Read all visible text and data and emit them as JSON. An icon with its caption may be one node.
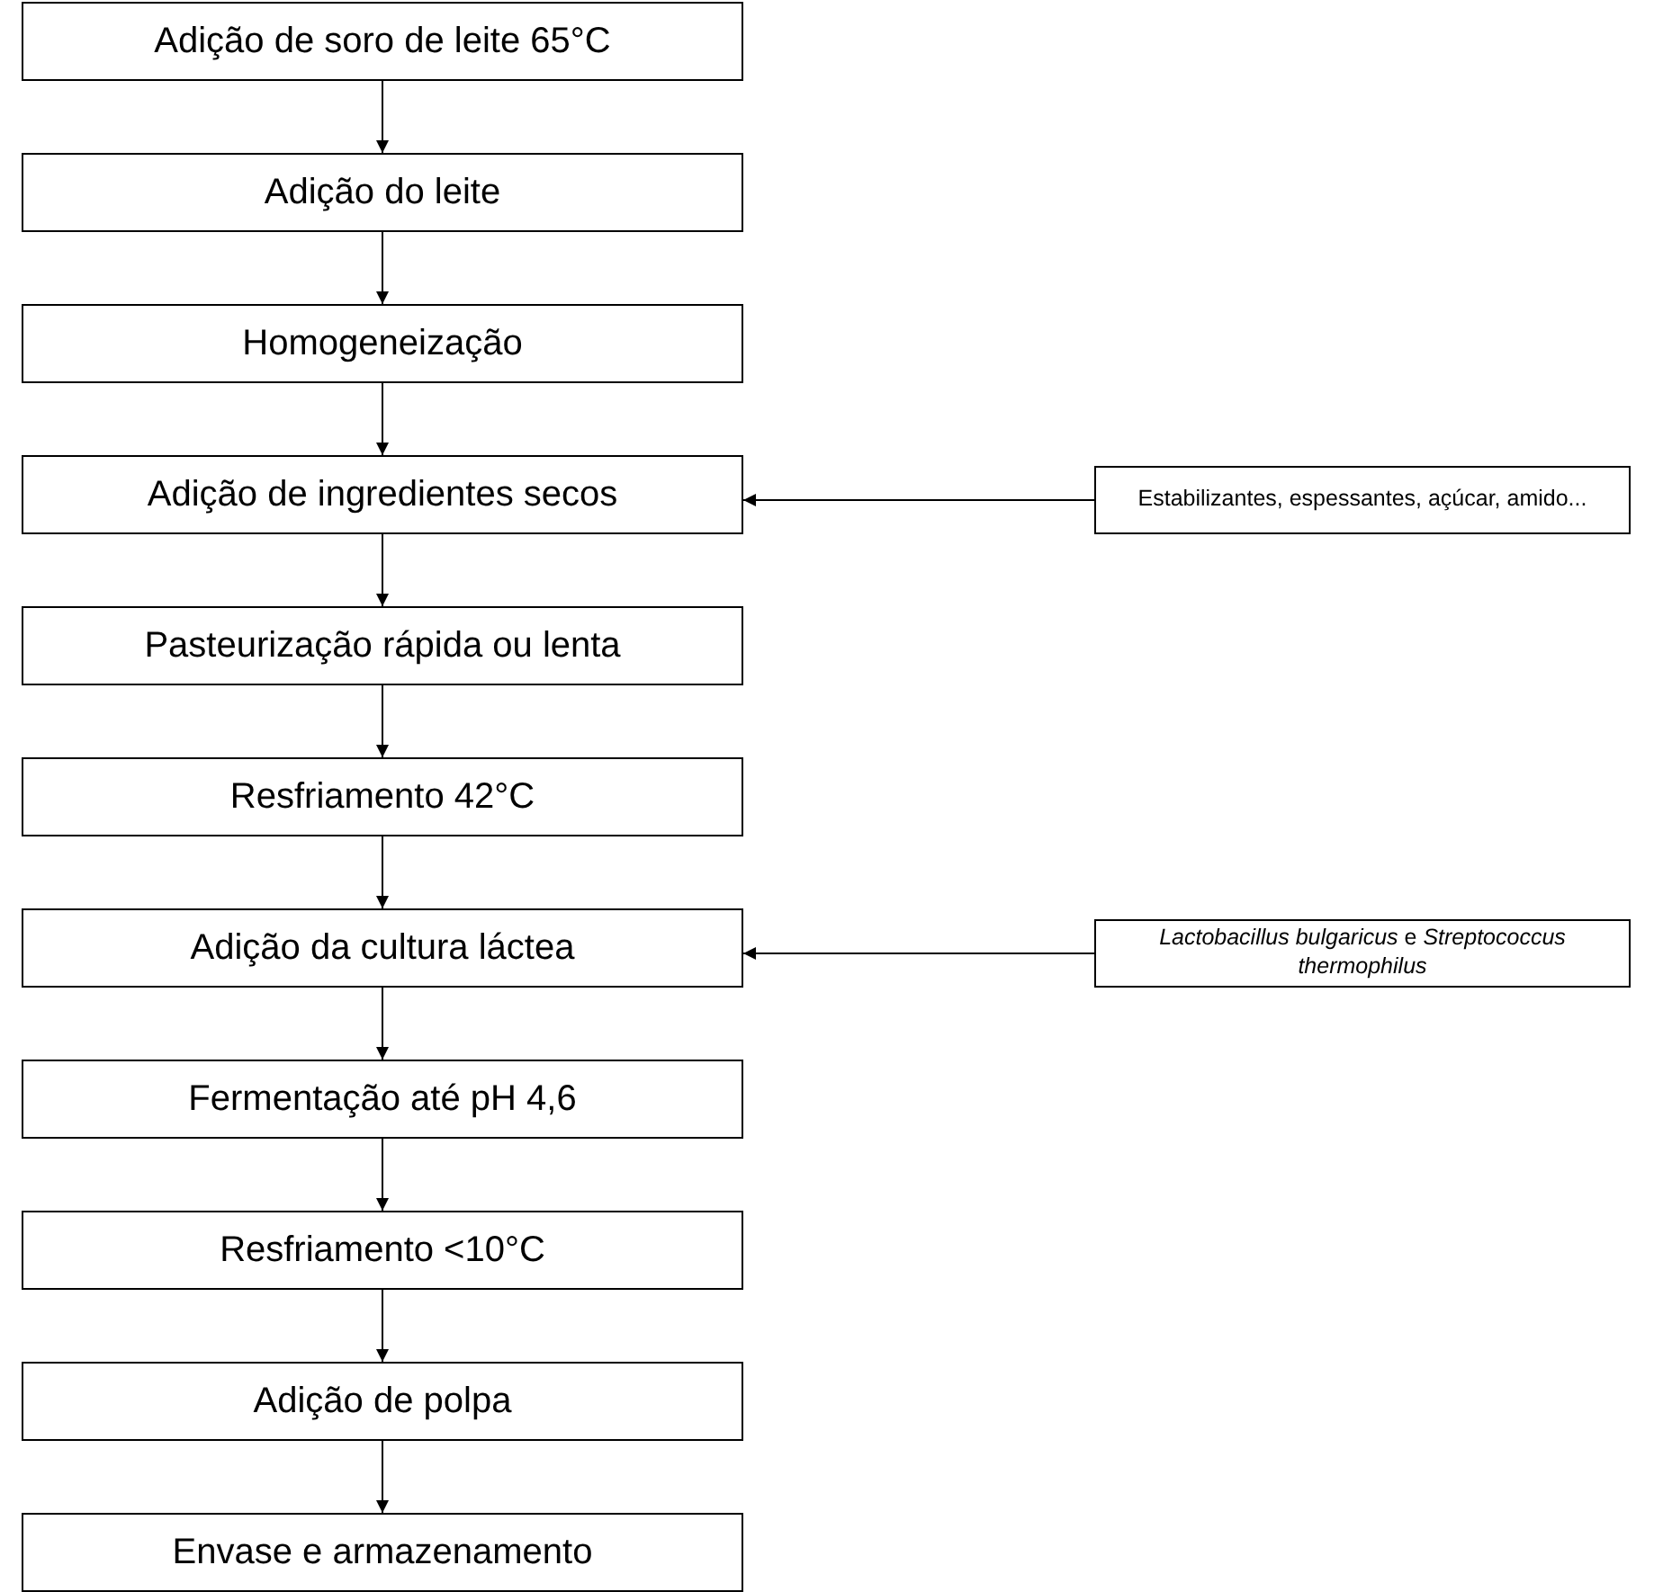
{
  "diagram": {
    "nodes": [
      {
        "text": [
          "Adição de soro de leite 65°C"
        ]
      },
      {
        "text": [
          "Adição do leite"
        ]
      },
      {
        "text": [
          "Homogeneização"
        ]
      },
      {
        "text": [
          "Adição de ingredientes secos"
        ]
      },
      {
        "text": [
          "Pasteurização rápida ou lenta"
        ]
      },
      {
        "text": [
          "Resfriamento 42°C"
        ]
      },
      {
        "text": [
          "Adição da cultura láctea"
        ]
      },
      {
        "text": [
          "Fermentação até pH 4,6"
        ]
      },
      {
        "text": [
          "Resfriamento <10°C"
        ]
      },
      {
        "text": [
          "Adição de polpa"
        ]
      },
      {
        "text": [
          "Envase e armazenamento"
        ]
      },
      {
        "text": [
          "Estabilizantes, espessantes, açúcar, amido..."
        ]
      },
      {
        "text": [
          "*Lactobacillus bulgaricus* e *Streptococcus thermophilus*"
        ]
      }
    ],
    "edges": [
      {
        "from": 0,
        "to": 1,
        "arrow": "to"
      },
      {
        "from": 1,
        "to": 2,
        "arrow": "to"
      },
      {
        "from": 2,
        "to": 3,
        "arrow": "to"
      },
      {
        "from": 3,
        "to": 4,
        "arrow": "to"
      },
      {
        "from": 4,
        "to": 5,
        "arrow": "to"
      },
      {
        "from": 5,
        "to": 6,
        "arrow": "to"
      },
      {
        "from": 6,
        "to": 7,
        "arrow": "to"
      },
      {
        "from": 7,
        "to": 8,
        "arrow": "to"
      },
      {
        "from": 8,
        "to": 9,
        "arrow": "to"
      },
      {
        "from": 9,
        "to": 10,
        "arrow": "to"
      },
      {
        "from": 11,
        "to": 3,
        "arrow": "to"
      },
      {
        "from": 12,
        "to": 6,
        "arrow": "to"
      }
    ]
  }
}
